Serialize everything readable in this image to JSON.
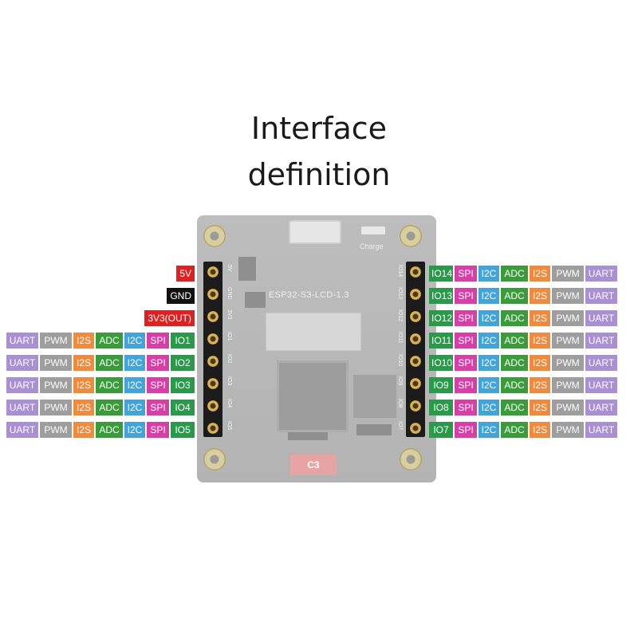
{
  "title_line1": "Interface",
  "title_line2": "definition",
  "board": {
    "name": "ESP32-S3-LCD-1.3",
    "charge_label": "Charge",
    "label_c3": "C3",
    "left_silk": [
      "5V",
      "GND",
      "3V3",
      "IO1",
      "IO2",
      "IO3",
      "IO4",
      "IO5"
    ],
    "right_silk": [
      "IO14",
      "IO13",
      "IO12",
      "IO11",
      "IO10",
      "IO9",
      "IO8",
      "IO7"
    ]
  },
  "colors": {
    "UART": "#a98fd4",
    "PWM": "#9e9e9e",
    "I2S": "#f08a3c",
    "ADC": "#3a9b3a",
    "I2C": "#42a4d8",
    "SPI": "#d640a6",
    "IO": "#2a9a4a",
    "5V": "#e02020",
    "GND": "#111111",
    "3V3": "#e02020"
  },
  "left_power": [
    {
      "label": "5V",
      "kind": "5V"
    },
    {
      "label": "GND",
      "kind": "GND"
    },
    {
      "label": "3V3(OUT)",
      "kind": "3V3"
    }
  ],
  "left_rows": [
    {
      "tags": [
        "UART",
        "PWM",
        "I2S",
        "ADC",
        "I2C",
        "SPI"
      ],
      "io": "IO1"
    },
    {
      "tags": [
        "UART",
        "PWM",
        "I2S",
        "ADC",
        "I2C",
        "SPI"
      ],
      "io": "IO2"
    },
    {
      "tags": [
        "UART",
        "PWM",
        "I2S",
        "ADC",
        "I2C",
        "SPI"
      ],
      "io": "IO3"
    },
    {
      "tags": [
        "UART",
        "PWM",
        "I2S",
        "ADC",
        "I2C",
        "SPI"
      ],
      "io": "IO4"
    },
    {
      "tags": [
        "UART",
        "PWM",
        "I2S",
        "ADC",
        "I2C",
        "SPI"
      ],
      "io": "IO5"
    }
  ],
  "right_rows": [
    {
      "io": "IO14",
      "tags": [
        "SPI",
        "I2C",
        "ADC",
        "I2S",
        "PWM",
        "UART"
      ]
    },
    {
      "io": "IO13",
      "tags": [
        "SPI",
        "I2C",
        "ADC",
        "I2S",
        "PWM",
        "UART"
      ]
    },
    {
      "io": "IO12",
      "tags": [
        "SPI",
        "I2C",
        "ADC",
        "I2S",
        "PWM",
        "UART"
      ]
    },
    {
      "io": "IO11",
      "tags": [
        "SPI",
        "I2C",
        "ADC",
        "I2S",
        "PWM",
        "UART"
      ]
    },
    {
      "io": "IO10",
      "tags": [
        "SPI",
        "I2C",
        "ADC",
        "I2S",
        "PWM",
        "UART"
      ]
    },
    {
      "io": "IO9",
      "tags": [
        "SPI",
        "I2C",
        "ADC",
        "I2S",
        "PWM",
        "UART"
      ]
    },
    {
      "io": "IO8",
      "tags": [
        "SPI",
        "I2C",
        "ADC",
        "I2S",
        "PWM",
        "UART"
      ]
    },
    {
      "io": "IO7",
      "tags": [
        "SPI",
        "I2C",
        "ADC",
        "I2S",
        "PWM",
        "UART"
      ]
    }
  ]
}
